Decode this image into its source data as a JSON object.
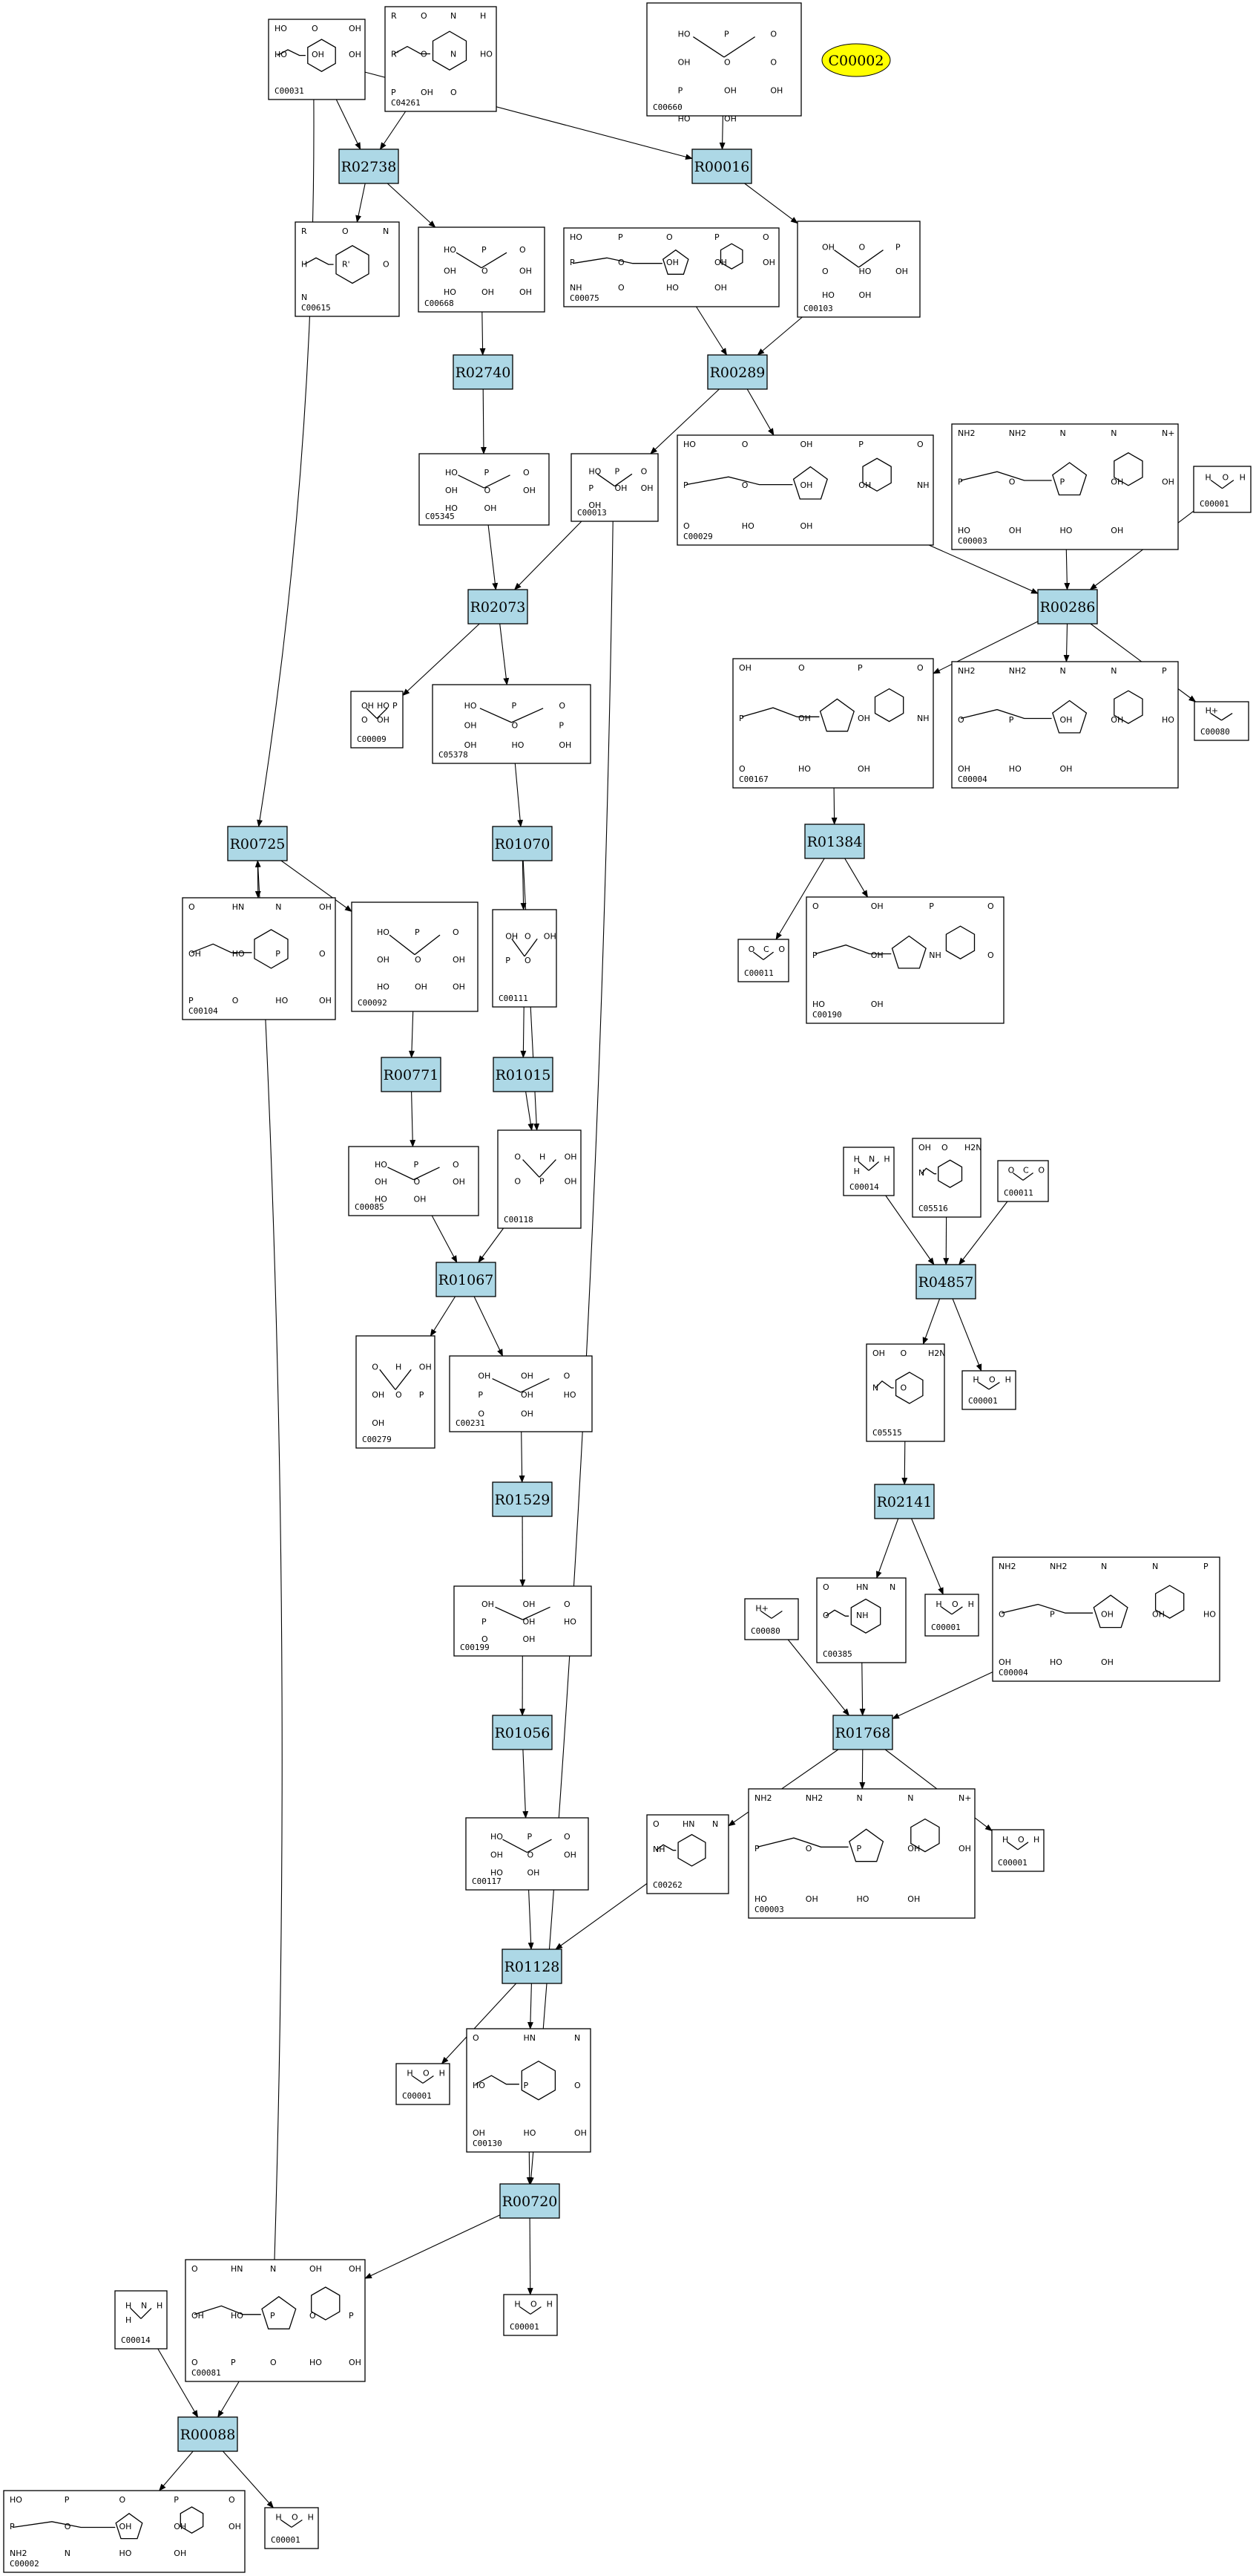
{
  "highlight": {
    "label": "C00002",
    "color": "#ffff00"
  },
  "colors": {
    "reaction_fill": "#add8e6",
    "compound_fill": "#ffffff",
    "stroke": "#000000"
  },
  "reactions": [
    {
      "id": "R02738",
      "label": "R02738"
    },
    {
      "id": "R00016",
      "label": "R00016"
    },
    {
      "id": "R02740",
      "label": "R02740"
    },
    {
      "id": "R00289",
      "label": "R00289"
    },
    {
      "id": "R02073",
      "label": "R02073"
    },
    {
      "id": "R00286",
      "label": "R00286"
    },
    {
      "id": "R01384",
      "label": "R01384"
    },
    {
      "id": "R00725",
      "label": "R00725"
    },
    {
      "id": "R01070",
      "label": "R01070"
    },
    {
      "id": "R00771",
      "label": "R00771"
    },
    {
      "id": "R01015",
      "label": "R01015"
    },
    {
      "id": "R04857",
      "label": "R04857"
    },
    {
      "id": "R01067",
      "label": "R01067"
    },
    {
      "id": "R01529",
      "label": "R01529"
    },
    {
      "id": "R02141",
      "label": "R02141"
    },
    {
      "id": "R01768",
      "label": "R01768"
    },
    {
      "id": "R01056",
      "label": "R01056"
    },
    {
      "id": "R01128",
      "label": "R01128"
    },
    {
      "id": "R00720",
      "label": "R00720"
    },
    {
      "id": "R00088",
      "label": "R00088"
    }
  ],
  "compounds": [
    {
      "id": "C00031",
      "label": "C00031",
      "molecule": "glucose",
      "labels": [
        "HO",
        "O",
        "OH",
        "HO",
        "OH",
        "OH"
      ]
    },
    {
      "id": "C04261",
      "label": "C04261",
      "molecule": "phosphohistidine-peptide",
      "labels": [
        "R",
        "O",
        "N",
        "H",
        "R'",
        "O",
        "N",
        "HO",
        "P",
        "OH",
        "O"
      ]
    },
    {
      "id": "C00660",
      "label": "C00660",
      "molecule": "glucose-bisphosphate",
      "labels": [
        "HO",
        "P",
        "O",
        "OH",
        "O",
        "O",
        "P",
        "OH",
        "OH",
        "HO",
        "OH"
      ]
    },
    {
      "id": "C00615",
      "label": "C00615",
      "molecule": "histidine-peptide",
      "labels": [
        "R",
        "O",
        "N",
        "H",
        "R'",
        "O",
        "N"
      ]
    },
    {
      "id": "C00668",
      "label": "C00668",
      "molecule": "glucose-6-phosphate",
      "labels": [
        "HO",
        "P",
        "O",
        "OH",
        "O",
        "OH",
        "HO",
        "OH",
        "OH"
      ]
    },
    {
      "id": "C00075",
      "label": "C00075",
      "molecule": "UTP",
      "labels": [
        "HO",
        "P",
        "O",
        "P",
        "O",
        "P",
        "O",
        "OH",
        "OH",
        "OH",
        "NH",
        "O",
        "HO",
        "OH"
      ]
    },
    {
      "id": "C00103",
      "label": "C00103",
      "molecule": "glucose-1-phosphate",
      "labels": [
        "OH",
        "O",
        "P",
        "O",
        "HO",
        "OH",
        "HO",
        "OH"
      ]
    },
    {
      "id": "C05345",
      "label": "C05345",
      "molecule": "fructose-6-phosphate",
      "labels": [
        "HO",
        "P",
        "O",
        "OH",
        "O",
        "OH",
        "HO",
        "OH"
      ]
    },
    {
      "id": "C00013",
      "label": "C00013",
      "molecule": "diphosphate",
      "labels": [
        "HO",
        "P",
        "O",
        "P",
        "OH",
        "OH",
        "OH"
      ]
    },
    {
      "id": "C00029",
      "label": "C00029",
      "molecule": "UDP-glucose",
      "labels": [
        "HO",
        "O",
        "OH",
        "P",
        "O",
        "P",
        "O",
        "OH",
        "OH",
        "NH",
        "O",
        "HO",
        "OH"
      ]
    },
    {
      "id": "C00003",
      "label": "C00003",
      "molecule": "NAD+",
      "labels": [
        "NH2",
        "NH2",
        "N",
        "N",
        "N+",
        "P",
        "O",
        "P",
        "OH",
        "OH",
        "HO",
        "OH",
        "HO",
        "OH"
      ]
    },
    {
      "id": "C00001a",
      "label": "C00001",
      "molecule": "water",
      "labels": [
        "H",
        "O",
        "H"
      ]
    },
    {
      "id": "C00009",
      "label": "C00009",
      "molecule": "phosphate",
      "labels": [
        "OH",
        "HO",
        "P",
        "O",
        "OH"
      ]
    },
    {
      "id": "C05378",
      "label": "C05378",
      "molecule": "fructose-1,6-bisphosphate",
      "labels": [
        "HO",
        "P",
        "O",
        "OH",
        "O",
        "P",
        "OH",
        "HO",
        "OH"
      ]
    },
    {
      "id": "C00167",
      "label": "C00167",
      "molecule": "UDP-glucuronate",
      "labels": [
        "OH",
        "O",
        "P",
        "O",
        "P",
        "OH",
        "OH",
        "NH",
        "O",
        "HO",
        "OH"
      ]
    },
    {
      "id": "C00004a",
      "label": "C00004",
      "molecule": "NADH",
      "labels": [
        "NH2",
        "NH2",
        "N",
        "N",
        "P",
        "O",
        "P",
        "OH",
        "OH",
        "HO",
        "OH",
        "HO",
        "OH"
      ]
    },
    {
      "id": "C00080a",
      "label": "C00080",
      "molecule": "proton",
      "labels": [
        "H+"
      ]
    },
    {
      "id": "C00104",
      "label": "C00104",
      "molecule": "IDP",
      "labels": [
        "O",
        "HN",
        "N",
        "OH",
        "OH",
        "HO",
        "P",
        "O",
        "P",
        "O",
        "HO",
        "OH"
      ]
    },
    {
      "id": "C00092",
      "label": "C00092",
      "molecule": "glucose-6-phosphate",
      "labels": [
        "HO",
        "P",
        "O",
        "OH",
        "O",
        "OH",
        "HO",
        "OH",
        "OH"
      ]
    },
    {
      "id": "C00111",
      "label": "C00111",
      "molecule": "glycerone-phosphate",
      "labels": [
        "OH",
        "O",
        "OH",
        "P",
        "O"
      ]
    },
    {
      "id": "C00011a",
      "label": "C00011",
      "molecule": "CO2",
      "labels": [
        "O",
        "C",
        "O"
      ]
    },
    {
      "id": "C00190",
      "label": "C00190",
      "molecule": "UDP-xylose",
      "labels": [
        "O",
        "OH",
        "P",
        "O",
        "P",
        "OH",
        "NH",
        "O",
        "HO",
        "OH"
      ]
    },
    {
      "id": "C00085",
      "label": "C00085",
      "molecule": "fructose-6-phosphate",
      "labels": [
        "HO",
        "P",
        "O",
        "OH",
        "O",
        "OH",
        "HO",
        "OH"
      ]
    },
    {
      "id": "C00118",
      "label": "C00118",
      "molecule": "glyceraldehyde-3-phosphate",
      "labels": [
        "O",
        "H",
        "OH",
        "O",
        "P",
        "OH"
      ]
    },
    {
      "id": "C00014a",
      "label": "C00014",
      "molecule": "ammonia",
      "labels": [
        "H",
        "N",
        "H",
        "H"
      ]
    },
    {
      "id": "C05516",
      "label": "C05516",
      "molecule": "aminoimidazole",
      "labels": [
        "OH",
        "O",
        "H2N",
        "N"
      ]
    },
    {
      "id": "C00011b",
      "label": "C00011",
      "molecule": "CO2",
      "labels": [
        "O",
        "C",
        "O"
      ]
    },
    {
      "id": "C00279",
      "label": "C00279",
      "molecule": "erythrose-4-phosphate",
      "labels": [
        "O",
        "H",
        "OH",
        "OH",
        "O",
        "P",
        "OH"
      ]
    },
    {
      "id": "C00231",
      "label": "C00231",
      "molecule": "xylulose-5-phosphate",
      "labels": [
        "OH",
        "OH",
        "O",
        "P",
        "OH",
        "HO",
        "O",
        "OH"
      ]
    },
    {
      "id": "C05515",
      "label": "C05515",
      "molecule": "carbamoyl-aminoimidazole",
      "labels": [
        "OH",
        "O",
        "H2N",
        "N",
        "O"
      ]
    },
    {
      "id": "C00001b",
      "label": "C00001",
      "molecule": "water",
      "labels": [
        "H",
        "O",
        "H"
      ]
    },
    {
      "id": "C00199",
      "label": "C00199",
      "molecule": "ribulose-5-phosphate",
      "labels": [
        "OH",
        "OH",
        "O",
        "P",
        "OH",
        "HO",
        "O",
        "OH"
      ]
    },
    {
      "id": "C00385",
      "label": "C00385",
      "molecule": "xanthine",
      "labels": [
        "O",
        "HN",
        "N",
        "O",
        "NH"
      ]
    },
    {
      "id": "C00001c",
      "label": "C00001",
      "molecule": "water",
      "labels": [
        "H",
        "O",
        "H"
      ]
    },
    {
      "id": "C00080b",
      "label": "C00080",
      "molecule": "proton",
      "labels": [
        "H+"
      ]
    },
    {
      "id": "C00004b",
      "label": "C00004",
      "molecule": "NADH",
      "labels": [
        "NH2",
        "NH2",
        "N",
        "N",
        "P",
        "O",
        "P",
        "OH",
        "OH",
        "HO",
        "OH",
        "HO",
        "OH"
      ]
    },
    {
      "id": "C00117",
      "label": "C00117",
      "molecule": "ribose-5-phosphate",
      "labels": [
        "HO",
        "P",
        "O",
        "OH",
        "O",
        "OH",
        "HO",
        "OH"
      ]
    },
    {
      "id": "C00262",
      "label": "C00262",
      "molecule": "hypoxanthine",
      "labels": [
        "O",
        "HN",
        "N",
        "NH"
      ]
    },
    {
      "id": "C00003b",
      "label": "C00003",
      "molecule": "NAD+",
      "labels": [
        "NH2",
        "NH2",
        "N",
        "N",
        "N+",
        "P",
        "O",
        "P",
        "OH",
        "OH",
        "HO",
        "OH",
        "HO",
        "OH"
      ]
    },
    {
      "id": "C00001d",
      "label": "C00001",
      "molecule": "water",
      "labels": [
        "H",
        "O",
        "H"
      ]
    },
    {
      "id": "C00001e",
      "label": "C00001",
      "molecule": "water",
      "labels": [
        "H",
        "O",
        "H"
      ]
    },
    {
      "id": "C00130",
      "label": "C00130",
      "molecule": "IMP",
      "labels": [
        "O",
        "HN",
        "N",
        "HO",
        "P",
        "O",
        "OH",
        "HO",
        "OH"
      ]
    },
    {
      "id": "C00001f",
      "label": "C00001",
      "molecule": "water",
      "labels": [
        "H",
        "O",
        "H"
      ]
    },
    {
      "id": "C00014b",
      "label": "C00014",
      "molecule": "ammonia",
      "labels": [
        "H",
        "N",
        "H",
        "H"
      ]
    },
    {
      "id": "C00081",
      "label": "C00081",
      "molecule": "ITP",
      "labels": [
        "O",
        "HN",
        "N",
        "OH",
        "OH",
        "OH",
        "HO",
        "P",
        "O",
        "P",
        "O",
        "P",
        "O",
        "HO",
        "OH"
      ]
    },
    {
      "id": "C00002",
      "label": "C00002",
      "molecule": "ATP",
      "labels": [
        "HO",
        "P",
        "O",
        "P",
        "O",
        "P",
        "O",
        "OH",
        "OH",
        "OH",
        "NH2",
        "N",
        "HO",
        "OH"
      ]
    },
    {
      "id": "C00001g",
      "label": "C00001",
      "molecule": "water",
      "labels": [
        "H",
        "O",
        "H"
      ]
    }
  ],
  "edges": [
    [
      "C00031",
      "R02738"
    ],
    [
      "C04261",
      "R02738"
    ],
    [
      "C00031",
      "R00016"
    ],
    [
      "C00660",
      "R00016"
    ],
    [
      "R02738",
      "C00615"
    ],
    [
      "R02738",
      "C00668"
    ],
    [
      "R00016",
      "C00103"
    ],
    [
      "C00668",
      "R02740"
    ],
    [
      "C00075",
      "R00289"
    ],
    [
      "C00103",
      "R00289"
    ],
    [
      "R02740",
      "C05345"
    ],
    [
      "R00289",
      "C00013"
    ],
    [
      "R00289",
      "C00029"
    ],
    [
      "C05345",
      "R02073"
    ],
    [
      "C00013",
      "R02073"
    ],
    [
      "C00029",
      "R00286"
    ],
    [
      "C00003",
      "R00286"
    ],
    [
      "C00001a",
      "R00286"
    ],
    [
      "R02073",
      "C00009"
    ],
    [
      "R02073",
      "C05378"
    ],
    [
      "R00286",
      "C00167"
    ],
    [
      "R00286",
      "C00004a"
    ],
    [
      "R00286",
      "C00080a"
    ],
    [
      "C00167",
      "R01384"
    ],
    [
      "C05378",
      "R01070"
    ],
    [
      "C00031",
      "R00725"
    ],
    [
      "C00081",
      "R00725"
    ],
    [
      "R00725",
      "C00104"
    ],
    [
      "R00725",
      "C00092"
    ],
    [
      "R01070",
      "C00111"
    ],
    [
      "R01070",
      "C00118"
    ],
    [
      "R01384",
      "C00011a"
    ],
    [
      "R01384",
      "C00190"
    ],
    [
      "C00092",
      "R00771"
    ],
    [
      "C00111",
      "R01015"
    ],
    [
      "R00771",
      "C00085"
    ],
    [
      "R01015",
      "C00118"
    ],
    [
      "C00014a",
      "R04857"
    ],
    [
      "C05516",
      "R04857"
    ],
    [
      "C00011b",
      "R04857"
    ],
    [
      "C00085",
      "R01067"
    ],
    [
      "C00118",
      "R01067"
    ],
    [
      "R01067",
      "C00279"
    ],
    [
      "R01067",
      "C00231"
    ],
    [
      "R04857",
      "C05515"
    ],
    [
      "R04857",
      "C00001b"
    ],
    [
      "C00231",
      "R01529"
    ],
    [
      "C05515",
      "R02141"
    ],
    [
      "R02141",
      "C00385"
    ],
    [
      "R02141",
      "C00001c"
    ],
    [
      "R01529",
      "C00199"
    ],
    [
      "C00385",
      "R01768"
    ],
    [
      "C00080b",
      "R01768"
    ],
    [
      "C00004b",
      "R01768"
    ],
    [
      "C00199",
      "R01056"
    ],
    [
      "R01768",
      "C00262"
    ],
    [
      "R01768",
      "C00003b"
    ],
    [
      "R01768",
      "C00001d"
    ],
    [
      "R01056",
      "C00117"
    ],
    [
      "C00117",
      "R01128"
    ],
    [
      "C00262",
      "R01128"
    ],
    [
      "R01128",
      "C00001e"
    ],
    [
      "R01128",
      "C00130"
    ],
    [
      "C00130",
      "R00720"
    ],
    [
      "C00013",
      "R00720"
    ],
    [
      "R00720",
      "C00081"
    ],
    [
      "R00720",
      "C00001f"
    ],
    [
      "C00014b",
      "R00088"
    ],
    [
      "C00081",
      "R00088"
    ],
    [
      "R00088",
      "C00002"
    ],
    [
      "R00088",
      "C00001g"
    ]
  ]
}
